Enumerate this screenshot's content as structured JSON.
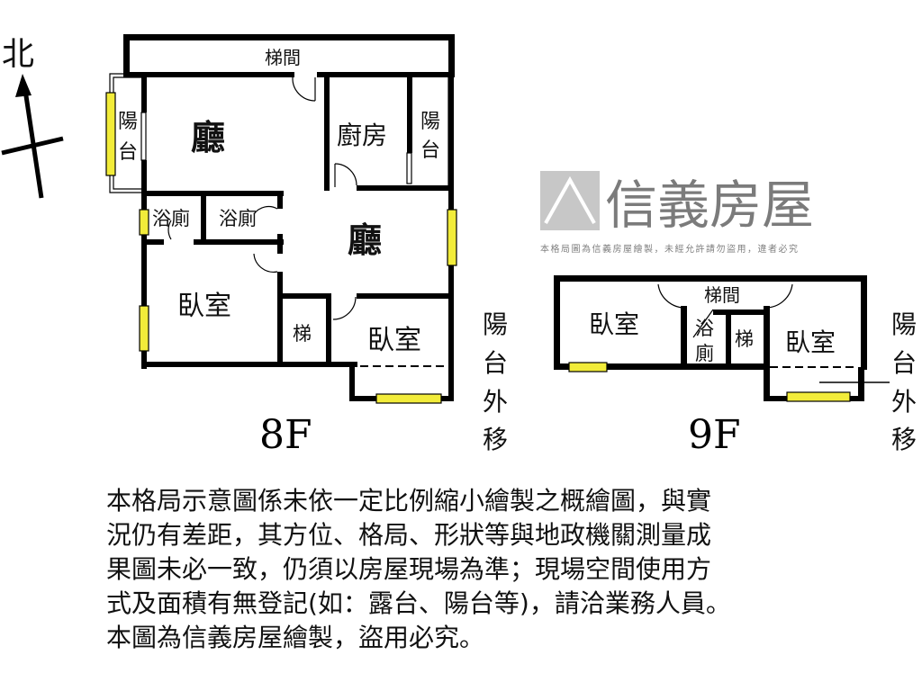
{
  "compass": {
    "label": "北"
  },
  "floor_8f": {
    "label": "8F",
    "rooms": {
      "stairwell": "梯間",
      "living_1": "廳",
      "living_2": "廳",
      "kitchen": "廚房",
      "balcony_left": [
        "陽",
        "台"
      ],
      "balcony_right": [
        "陽",
        "台"
      ],
      "bath_1": "浴廁",
      "bath_2": "浴廁",
      "bedroom_1": "臥室",
      "bedroom_2": "臥室",
      "stairs": "梯"
    },
    "balcony_moved": [
      "陽",
      "台",
      "外",
      "移"
    ]
  },
  "floor_9f": {
    "label": "9F",
    "rooms": {
      "stairwell": "梯間",
      "bedroom_1": "臥室",
      "bedroom_2": "臥室",
      "bath": [
        "浴",
        "廁"
      ],
      "stairs": "梯"
    },
    "balcony_moved": [
      "陽",
      "台",
      "外",
      "移"
    ]
  },
  "watermark": {
    "brand": "信義房屋",
    "notice": "本格局圖為信義房屋繪製，未經允許請勿盜用，違者必究"
  },
  "disclaimer": [
    "本格局示意圖係未依一定比例縮小繪製之概繪圖，與實",
    "況仍有差距，其方位、格局、形狀等與地政機關測量成",
    "果圖未必一致，仍須以房屋現場為準；現場空間使用方",
    "式及面積有無登記(如：露台、陽台等)，請洽業務人員。",
    "本圖為信義房屋繪製，盜用必究。"
  ],
  "colors": {
    "wall": "#000000",
    "window": "#f2ec3a",
    "watermark": "#9a9a9a"
  }
}
